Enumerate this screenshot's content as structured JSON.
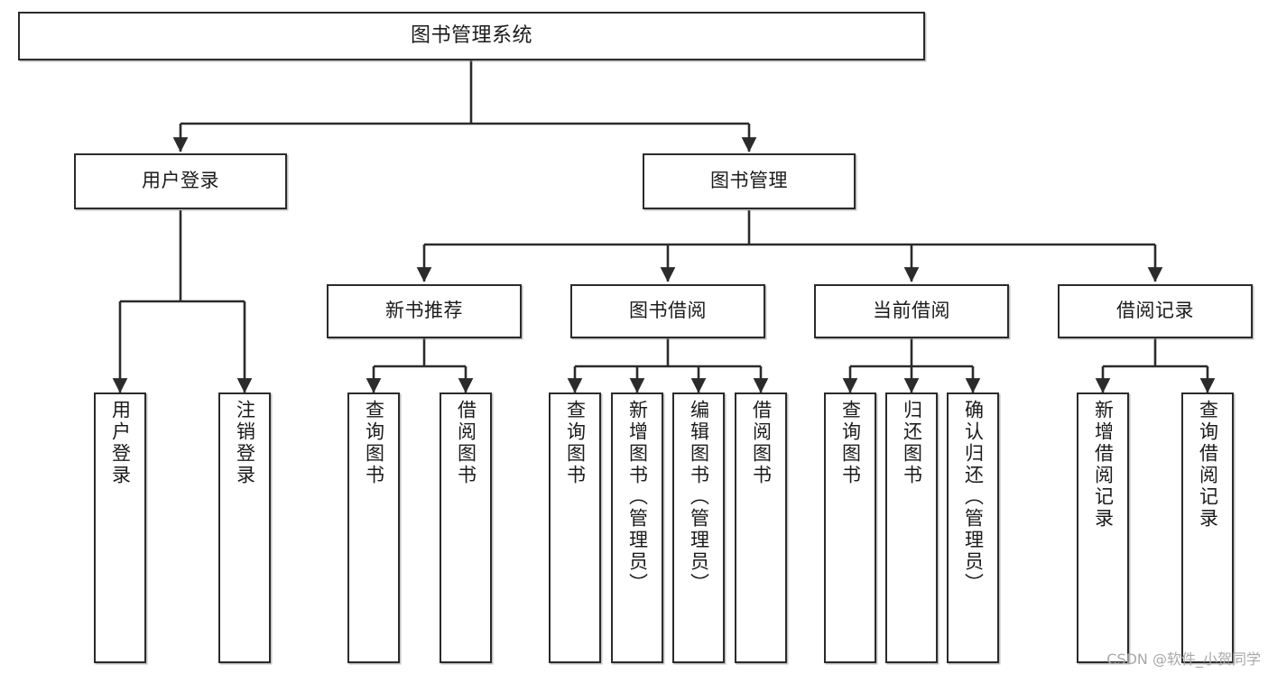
{
  "diagram": {
    "type": "tree-hierarchy",
    "title": "图书管理系统",
    "orientation": "top-down",
    "colors": {
      "node_border": "#2b2b2b",
      "node_fill": "#ffffff",
      "edge": "#2b2b2b",
      "watermark": "#a8a8a8",
      "background": "#ffffff"
    }
  },
  "root": {
    "label": "图书管理系统"
  },
  "level2": [
    {
      "id": "user-login",
      "label": "用户登录"
    },
    {
      "id": "book-manage",
      "label": "图书管理"
    }
  ],
  "level3": [
    {
      "id": "new-book-recommend",
      "label": "新书推荐",
      "parent": "book-manage"
    },
    {
      "id": "book-borrow",
      "label": "图书借阅",
      "parent": "book-manage"
    },
    {
      "id": "current-borrow",
      "label": "当前借阅",
      "parent": "book-manage"
    },
    {
      "id": "borrow-record",
      "label": "借阅记录",
      "parent": "book-manage"
    }
  ],
  "leaves": [
    {
      "id": "leaf-user-login",
      "label": "用户登录",
      "parent": "user-login"
    },
    {
      "id": "leaf-logout",
      "label": "注销登录",
      "parent": "user-login"
    },
    {
      "id": "leaf-query-book-1",
      "label": "查询图书",
      "parent": "new-book-recommend"
    },
    {
      "id": "leaf-borrow-book-1",
      "label": "借阅图书",
      "parent": "new-book-recommend"
    },
    {
      "id": "leaf-query-book-2",
      "label": "查询图书",
      "parent": "book-borrow"
    },
    {
      "id": "leaf-add-book",
      "label": "新增图书（管理员）",
      "parent": "book-borrow"
    },
    {
      "id": "leaf-edit-book",
      "label": "编辑图书（管理员）",
      "parent": "book-borrow"
    },
    {
      "id": "leaf-borrow-book-2",
      "label": "借阅图书",
      "parent": "book-borrow"
    },
    {
      "id": "leaf-query-book-3",
      "label": "查询图书",
      "parent": "current-borrow"
    },
    {
      "id": "leaf-return-book",
      "label": "归还图书",
      "parent": "current-borrow"
    },
    {
      "id": "leaf-confirm-return",
      "label": "确认归还（管理员）",
      "parent": "current-borrow"
    },
    {
      "id": "leaf-add-record",
      "label": "新增借阅记录",
      "parent": "borrow-record"
    },
    {
      "id": "leaf-query-record",
      "label": "查询借阅记录",
      "parent": "borrow-record"
    }
  ],
  "watermark": {
    "text": "CSDN @软件_小贺同学"
  }
}
